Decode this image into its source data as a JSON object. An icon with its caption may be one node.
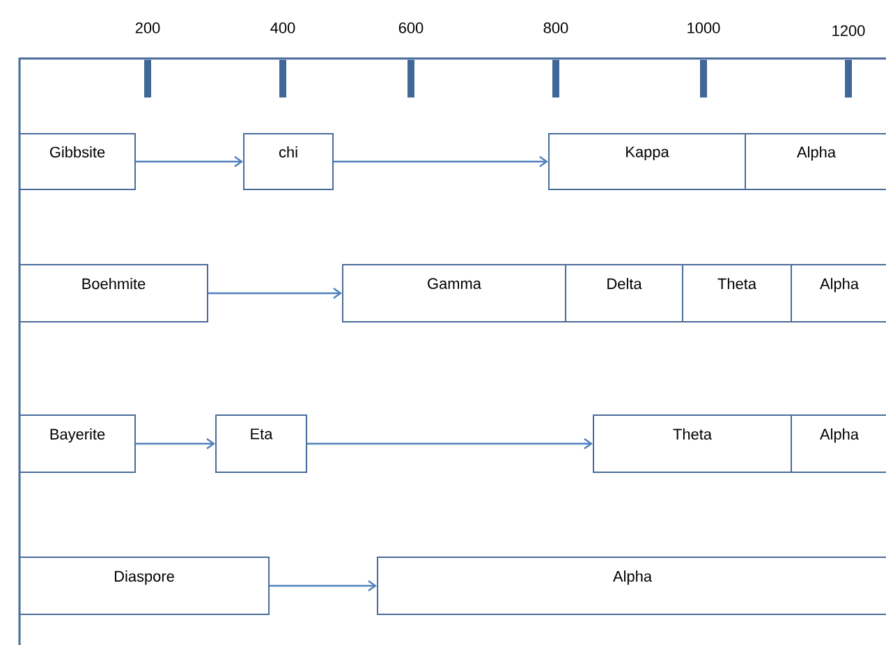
{
  "diagram": {
    "nodes": [
      {
        "text": [
          "Gibbsite"
        ]
      },
      {
        "text": [
          "chi"
        ]
      },
      {
        "text": [
          "Kappa"
        ]
      },
      {
        "text": [
          "Alpha"
        ]
      },
      {
        "text": [
          "Boehmite"
        ]
      },
      {
        "text": [
          "Gamma"
        ]
      },
      {
        "text": [
          "Delta"
        ]
      },
      {
        "text": [
          "Theta"
        ]
      },
      {
        "text": [
          "Alpha"
        ]
      },
      {
        "text": [
          "Bayerite"
        ]
      },
      {
        "text": [
          "Eta"
        ]
      },
      {
        "text": [
          "Theta"
        ]
      },
      {
        "text": [
          "Alpha"
        ]
      },
      {
        "text": [
          "Diaspore"
        ]
      },
      {
        "text": [
          "Alpha"
        ]
      }
    ],
    "edges": [
      {
        "from": 0,
        "to": 1,
        "arrow": "to"
      },
      {
        "from": 1,
        "to": 2,
        "arrow": "to"
      },
      {
        "from": 4,
        "to": 5,
        "arrow": "to"
      },
      {
        "from": 9,
        "to": 10,
        "arrow": "to"
      },
      {
        "from": 10,
        "to": 11,
        "arrow": "to"
      },
      {
        "from": 13,
        "to": 14,
        "arrow": "to"
      }
    ],
    "labels": [
      "200",
      "400",
      "600",
      "800",
      "1000",
      "1200"
    ]
  }
}
